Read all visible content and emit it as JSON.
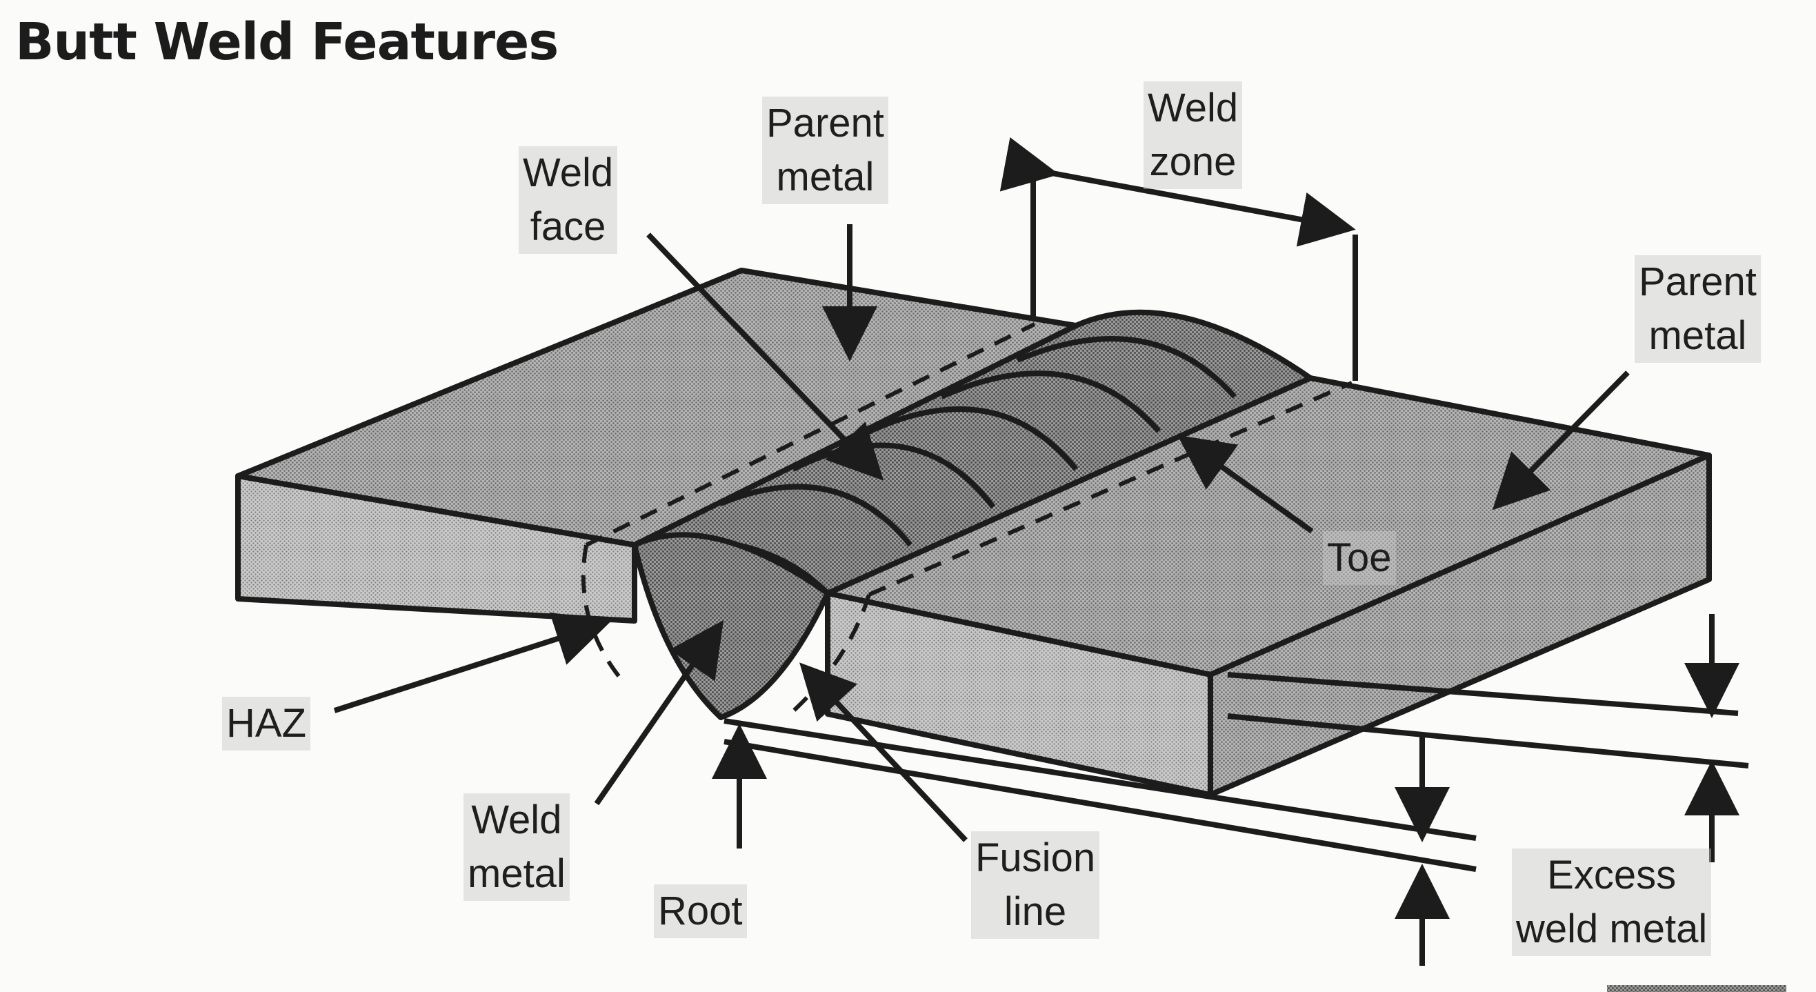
{
  "title": "Butt Weld Features",
  "labels": {
    "weld_face": [
      "Weld",
      "face"
    ],
    "parent_metal_top": [
      "Parent",
      "metal"
    ],
    "weld_zone": [
      "Weld",
      "zone"
    ],
    "parent_metal_right": [
      "Parent",
      "metal"
    ],
    "toe": "Toe",
    "haz": "HAZ",
    "weld_metal": [
      "Weld",
      "metal"
    ],
    "root": "Root",
    "fusion_line": [
      "Fusion",
      "line"
    ],
    "excess_weld_metal": [
      "Excess",
      "weld metal"
    ]
  },
  "colors": {
    "ink": "#1c1c1c",
    "plate_top": "#a4a4a4",
    "plate_side": "#bdbdbd",
    "weld": "#8d8d8d"
  }
}
